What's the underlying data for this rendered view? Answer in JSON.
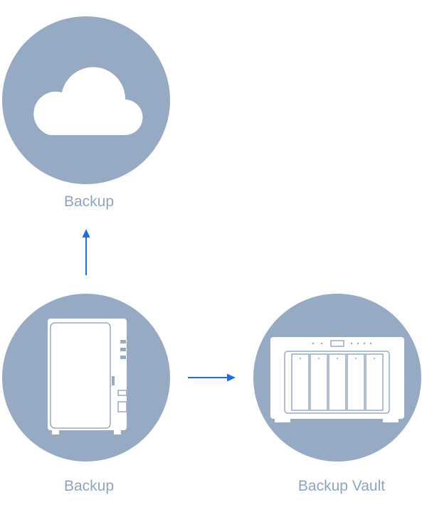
{
  "diagram": {
    "colors": {
      "circle_fill": "#97aac4",
      "label_text": "#8ea5c2",
      "arrow": "#1f6fd6",
      "device_fill": "#ffffff",
      "device_line": "#97aac4"
    },
    "nodes": [
      {
        "id": "cloud",
        "label": "Backup",
        "icon": "cloud-icon"
      },
      {
        "id": "nas-source",
        "label": "Backup",
        "icon": "nas-2-bay-icon"
      },
      {
        "id": "nas-vault",
        "label": "Backup Vault",
        "icon": "nas-5-bay-icon"
      }
    ],
    "edges": [
      {
        "from": "nas-source",
        "to": "cloud"
      },
      {
        "from": "nas-source",
        "to": "nas-vault"
      }
    ]
  }
}
